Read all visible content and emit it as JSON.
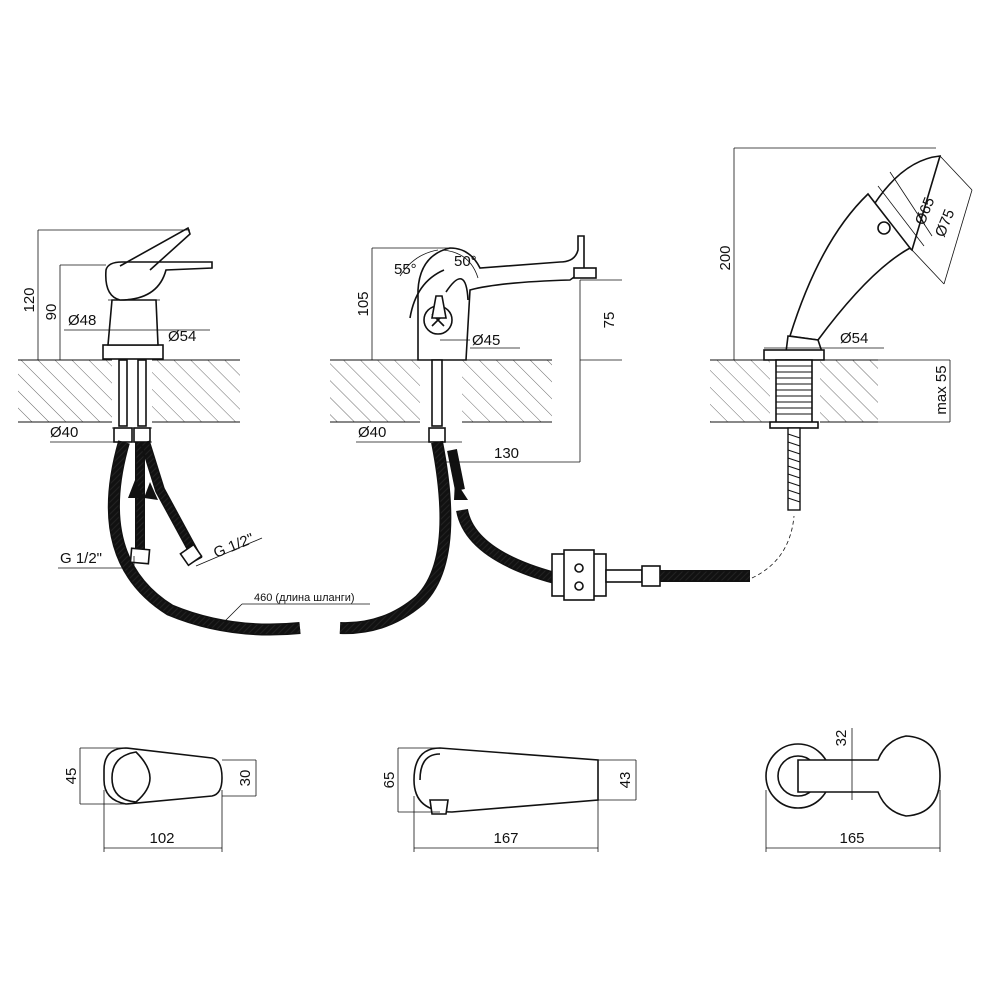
{
  "dimensions": {
    "mixer": {
      "height_total": "120",
      "height_body": "90",
      "dia_top": "Ø48",
      "dia_base": "Ø54",
      "dia_hole": "Ø40",
      "thread_left": "G 1/2\"",
      "thread_right": "G 1/2\"",
      "hose_length": "460 (длина шланги)"
    },
    "spout": {
      "angle_left": "55°",
      "angle_right": "50°",
      "height_total": "105",
      "height_spout": "75",
      "dia_base": "Ø45",
      "dia_hole": "Ø40",
      "reach": "130"
    },
    "shower": {
      "height": "200",
      "dia_inner": "Ø65",
      "dia_outer": "Ø75",
      "dia_base": "Ø54",
      "max_depth": "max 55"
    },
    "top_views": {
      "mixer_height": "45",
      "mixer_tip": "30",
      "mixer_length": "102",
      "spout_height": "65",
      "spout_tip": "43",
      "spout_length": "167",
      "shower_width": "32",
      "shower_length": "165"
    }
  }
}
